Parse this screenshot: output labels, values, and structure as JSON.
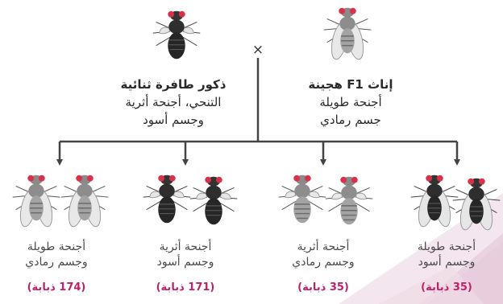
{
  "parents": {
    "female": {
      "line1": "إناث F1 هجينة",
      "line2": "أجنحة طويلة",
      "line3": "جسم رمادي"
    },
    "male": {
      "line1": "ذكور طافرة ثنائية",
      "line2": "التنحي، أجنحة أثرية",
      "line3": "وجسم أسود"
    },
    "cross_symbol": "×"
  },
  "offspring": [
    {
      "line1": "أجنحة طويلة",
      "line2": "وجسم رمادي",
      "count": "(174 ذبابة)",
      "wings": "long",
      "body": "gray"
    },
    {
      "line1": "أجنحة أثرية",
      "line2": "وجسم أسود",
      "count": "(171 ذبابة)",
      "wings": "vestigial",
      "body": "black"
    },
    {
      "line1": "أجنحة أثرية",
      "line2": "وجسم رمادي",
      "count": "(35 ذبابة)",
      "wings": "vestigial",
      "body": "gray"
    },
    {
      "line1": "أجنحة طويلة",
      "line2": "وجسم أسود",
      "count": "(35 ذبابة)",
      "wings": "long",
      "body": "black"
    }
  ],
  "colors": {
    "count_text": "#c01f6a",
    "eye": "#d8324a",
    "gray_body": "#9a9a9a",
    "black_body": "#2b2b2b",
    "lines": "#444444"
  }
}
